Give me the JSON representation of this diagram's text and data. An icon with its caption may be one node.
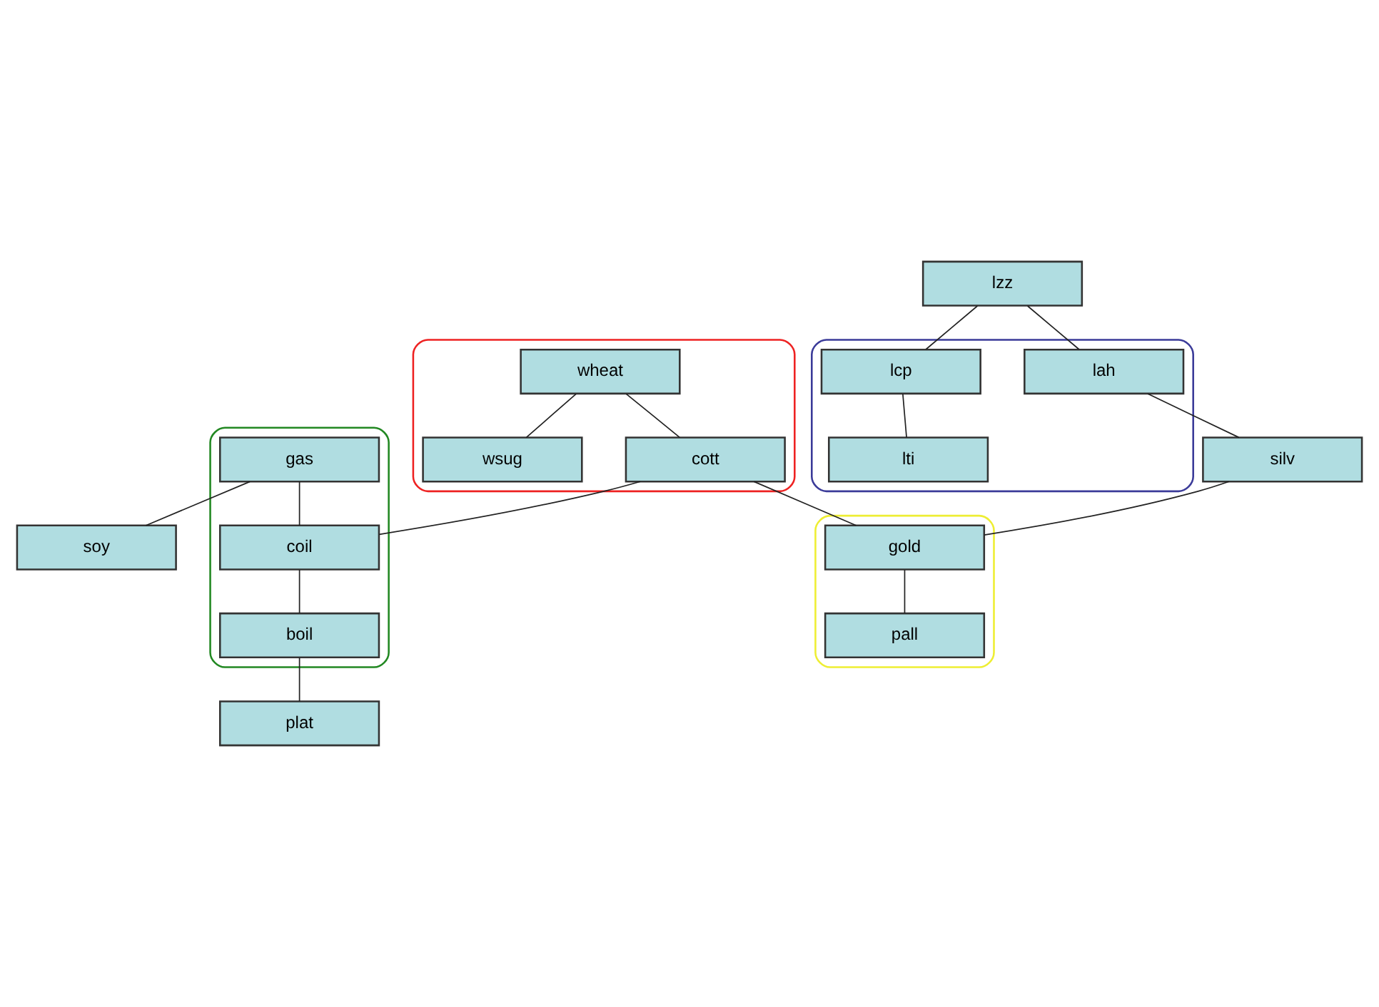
{
  "diagram": {
    "nodes": [
      {
        "text": [],
        "shape": "ellipse"
      },
      {
        "text": [
          "lzz"
        ]
      },
      {
        "text": [
          "lah"
        ],
        "in": 0
      },
      {
        "text": [
          "lcp"
        ],
        "in": 0
      },
      {
        "text": [
          "lti"
        ],
        "in": 0
      },
      {
        "text": [],
        "shape": "ellipse"
      },
      {
        "text": [
          "wheat"
        ],
        "in": 5
      },
      {
        "text": [
          "wsug"
        ],
        "in": 5
      },
      {
        "text": [
          "cott"
        ],
        "in": 5
      },
      {
        "text": [],
        "shape": "ellipse"
      },
      {
        "text": [
          "silv"
        ]
      },
      {
        "text": [
          "gold"
        ],
        "in": 9
      },
      {
        "text": [
          "pall"
        ],
        "in": 9
      },
      {
        "text": [],
        "shape": "ellipse"
      },
      {
        "text": [
          "gas"
        ],
        "in": 13
      },
      {
        "text": [
          "coil"
        ],
        "in": 13
      },
      {
        "text": [
          "boil"
        ],
        "in": 13
      },
      {
        "text": [
          "soy"
        ]
      },
      {
        "text": [
          "plat"
        ]
      }
    ],
    "edges": [
      {
        "from": 1,
        "to": 2,
        "arrow": "none"
      },
      {
        "from": 1,
        "to": 3,
        "arrow": "none"
      },
      {
        "from": 3,
        "to": 4,
        "arrow": "none"
      },
      {
        "from": 2,
        "to": 10,
        "arrow": "none"
      },
      {
        "from": 6,
        "to": 7,
        "arrow": "none"
      },
      {
        "from": 6,
        "to": 8,
        "arrow": "none"
      },
      {
        "from": 8,
        "to": 11,
        "arrow": "none"
      },
      {
        "from": 10,
        "to": 11,
        "arrow": "none"
      },
      {
        "from": 11,
        "to": 12,
        "arrow": "none"
      },
      {
        "from": 8,
        "to": 15,
        "arrow": "none"
      },
      {
        "from": 14,
        "to": 15,
        "arrow": "none"
      },
      {
        "from": 14,
        "to": 17,
        "arrow": "none"
      },
      {
        "from": 15,
        "to": 16,
        "arrow": "none"
      },
      {
        "from": 16,
        "to": 18,
        "arrow": "none"
      }
    ]
  }
}
